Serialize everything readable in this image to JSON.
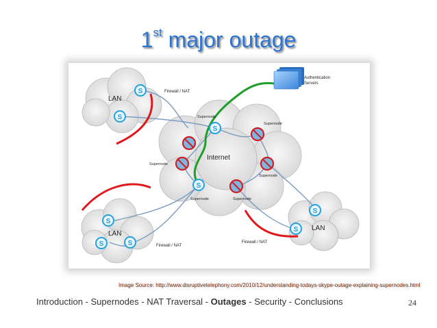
{
  "slide": {
    "title_main": "1",
    "title_sup": "st",
    "title_rest": " major outage",
    "page_number": "24"
  },
  "diagram": {
    "lan_top": "LAN",
    "lan_bottom_left": "LAN",
    "lan_bottom_right": "LAN",
    "internet": "Internet",
    "firewall_top": "Firewall / NAT",
    "firewall_bottom_left": "Firewall / NAT",
    "firewall_bottom_right": "Firewall / NAT",
    "auth_servers_line1": "Authentication",
    "auth_servers_line2": "Servers",
    "supernode_top_center": "Supernode",
    "supernode_top_right": "Supernode",
    "supernode_left": "Supernode",
    "supernode_right": "Supernode",
    "supernode_bottom_left": "Supernode",
    "supernode_bottom_center": "Supernode"
  },
  "image_source": "Image Source: http://www.disruptivetelephony.com/2010/12/understanding-todays-skype-outage-explaining-supernodes.html",
  "footer": {
    "item1": "Introduction",
    "item2": "Supernodes",
    "item3": "NAT Traversal",
    "item4": "Outages",
    "item5": "Security",
    "item6": "Conclusions",
    "separator": " - "
  },
  "colors": {
    "title": "#2e75d0",
    "firewall": "#e0181b",
    "auth_link": "#1e9e2a",
    "link": "#7a9cc0",
    "cloud": "#e9e9e9"
  }
}
